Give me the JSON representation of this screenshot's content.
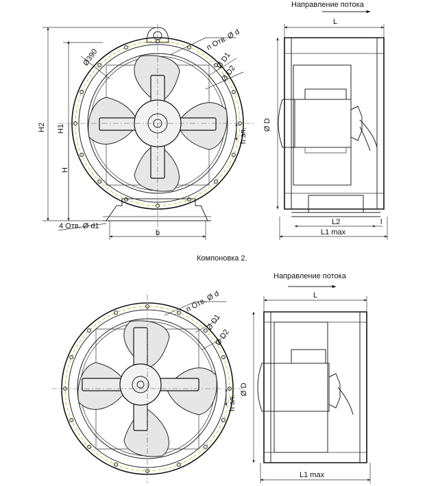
{
  "layout1": {
    "flow_direction": "Направление потока",
    "dim_L": "L",
    "hole_d": "n Отв. Ø d",
    "dim_D1": "Ø D1",
    "dim_D2": "Ø D2",
    "dim_390": "Ø390",
    "dim_H2": "H2",
    "dim_H1": "H1",
    "dim_H": "H",
    "dim_D": "Ø D",
    "dim_h_el": "h эл.",
    "holes_d1": "4 Отв. Ø d1",
    "dim_b": "b",
    "dim_L2": "L2",
    "dim_l": "l",
    "dim_L1max": "L1 max"
  },
  "layout2": {
    "caption": "Компоновка 2.",
    "flow_direction": "Направление потока",
    "dim_L": "L",
    "hole_d": "n Отв. Ø d",
    "dim_D1": "Ø D1",
    "dim_D2": "Ø D2",
    "dim_D": "Ø D",
    "dim_h_el": "h эл.",
    "dim_L1max": "L1 max"
  }
}
